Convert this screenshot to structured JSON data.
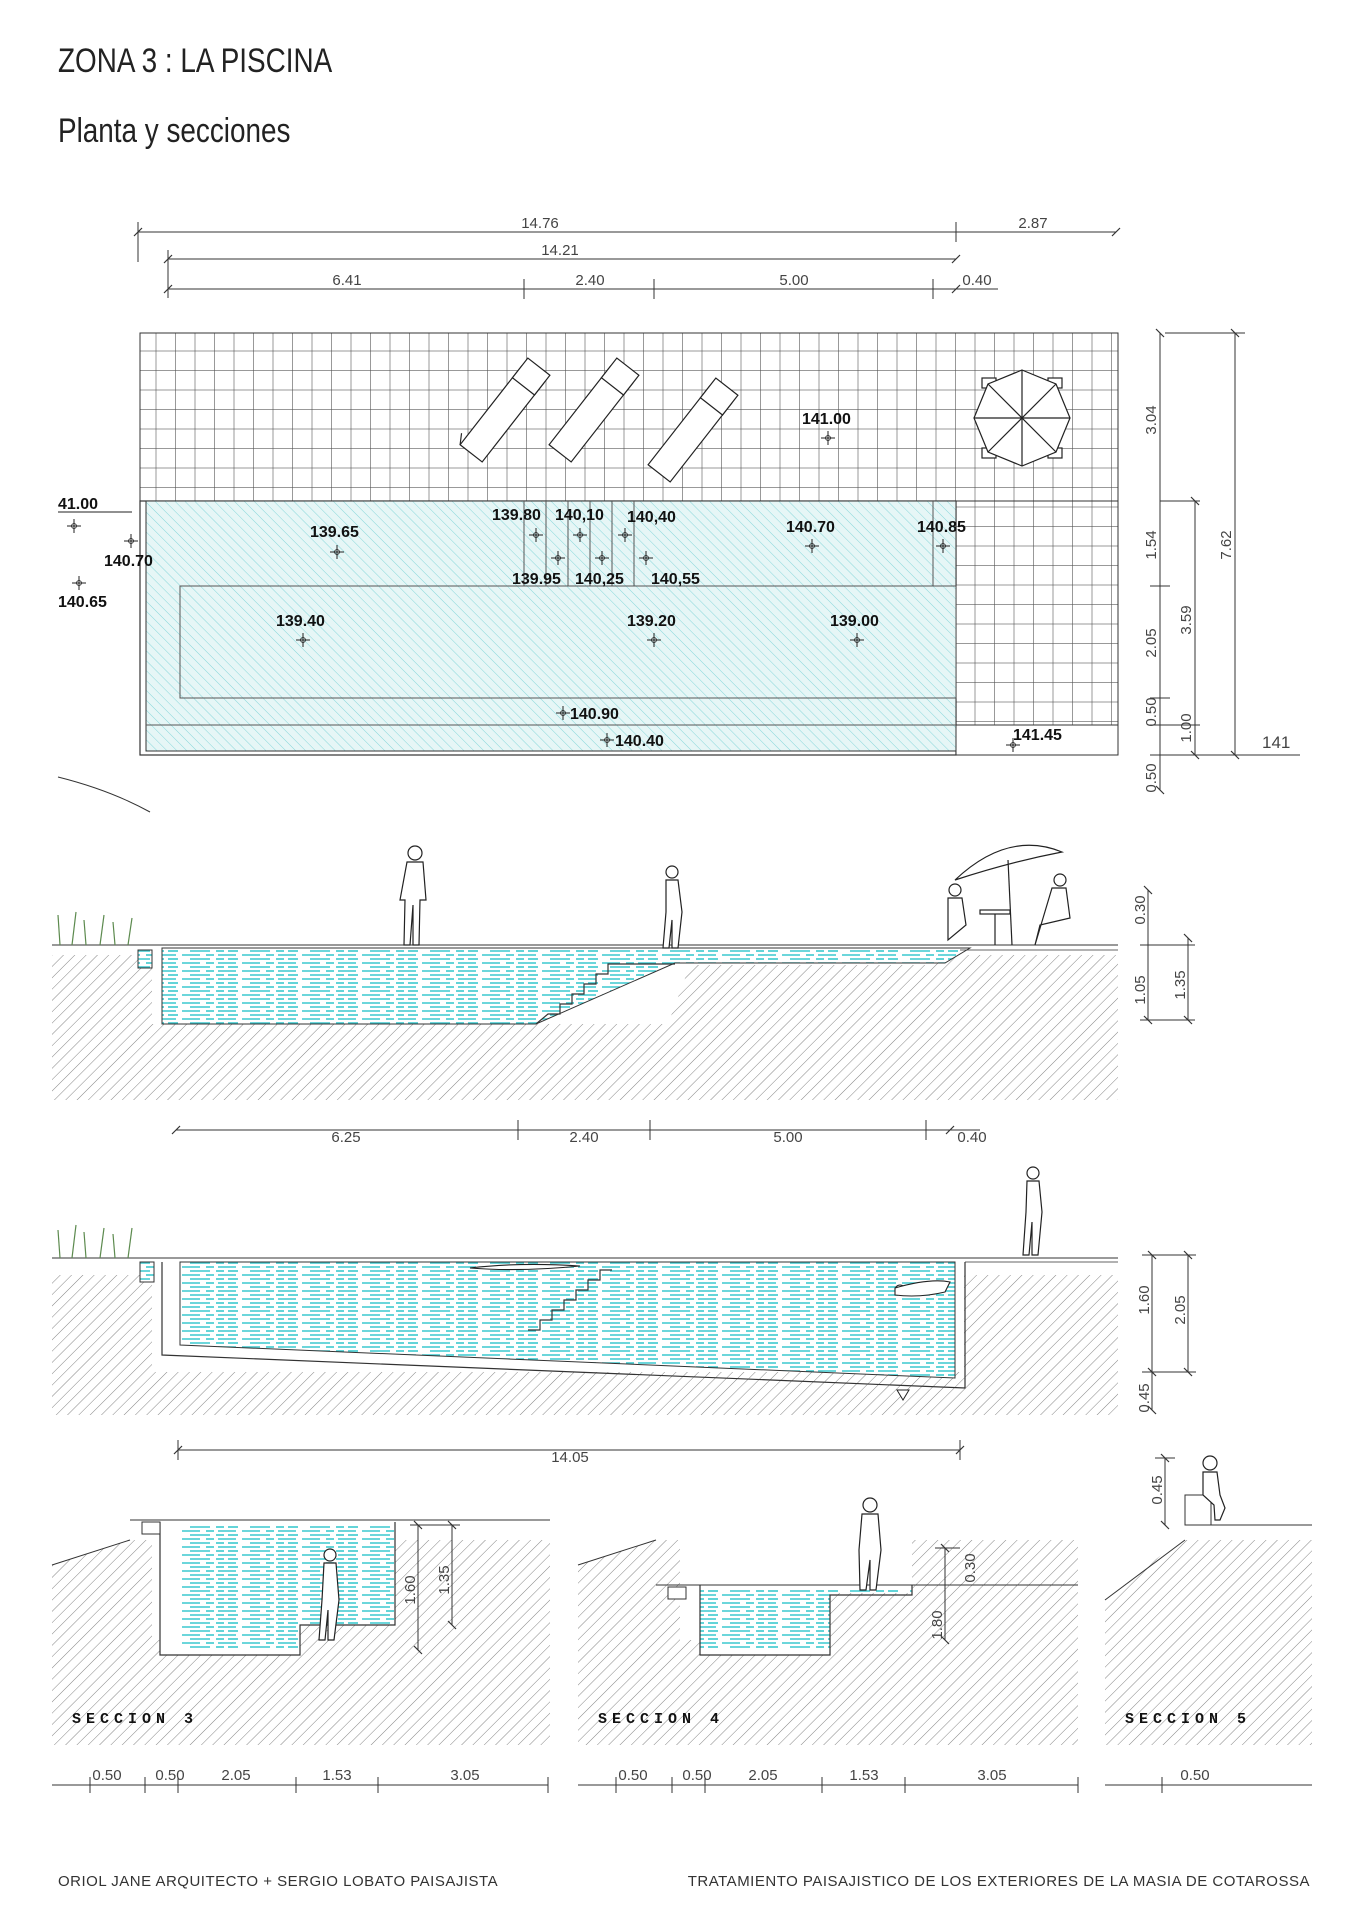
{
  "header": {
    "title": "ZONA 3 : LA PISCINA",
    "subtitle": "Planta y secciones"
  },
  "plan": {
    "dims_top": {
      "total_a": "14.76",
      "total_b": "2.87",
      "total_c": "14.21",
      "seg_1": "6.41",
      "seg_2": "2.40",
      "seg_3": "5.00",
      "seg_4": "0.40"
    },
    "dims_right": {
      "d1": "3.04",
      "d2": "1.54",
      "d3": "3.59",
      "d4": "7.62",
      "d5": "2.05",
      "d6": "0.50",
      "d7": "1.00",
      "d8": "0.50",
      "level": "141"
    },
    "levels": {
      "l1": "141.00",
      "l2": "139.80",
      "l3": "140,10",
      "l4": "140,40",
      "l5": "139.65",
      "l6": "140.70",
      "l7": "140.85",
      "l8": "139.95",
      "l9": "140,25",
      "l10": "140,55",
      "l11": "139.40",
      "l12": "139.20",
      "l13": "139.00",
      "l14": "140.90",
      "l15": "140.40",
      "l16": "141.45",
      "l17": "41.00",
      "l18": "140.70",
      "l19": "140.65"
    }
  },
  "section1": {
    "dims_right": {
      "d1": "0.30",
      "d2": "1.05",
      "d3": "1.35"
    },
    "dims_bottom": {
      "d1": "6.25",
      "d2": "2.40",
      "d3": "5.00",
      "d4": "0.40"
    }
  },
  "section2": {
    "dims_right": {
      "d1": "1.60",
      "d2": "2.05",
      "d3": "0.45"
    },
    "dims_bottom": {
      "d1": "14.05"
    }
  },
  "section3": {
    "label": "SECCION 3",
    "dims_right": {
      "d1": "1.60",
      "d2": "1.35"
    },
    "dims_bottom": {
      "d1": "0.50",
      "d2": "0.50",
      "d3": "2.05",
      "d4": "1.53",
      "d5": "3.05"
    }
  },
  "section4": {
    "label": "SECCION 4",
    "dims_right": {
      "d1": "0.30",
      "d2": "1.80"
    },
    "dims_bottom": {
      "d1": "0.50",
      "d2": "0.50",
      "d3": "2.05",
      "d4": "1.53",
      "d5": "3.05"
    }
  },
  "section5": {
    "label": "SECCION 5",
    "dims_right": {
      "d1": "0.45"
    },
    "dims_bottom": {
      "d1": "0.50"
    }
  },
  "footer": {
    "left": "ORIOL JANE ARQUITECTO + SERGIO LOBATO PAISAJISTA",
    "right": "TRATAMIENTO PAISAJISTICO DE LOS EXTERIORES DE LA MASIA DE COTAROSSA"
  },
  "colors": {
    "water": "#3cc9cf",
    "water_fill": "#dff4f4",
    "line": "#333333",
    "hatch": "#666666"
  }
}
